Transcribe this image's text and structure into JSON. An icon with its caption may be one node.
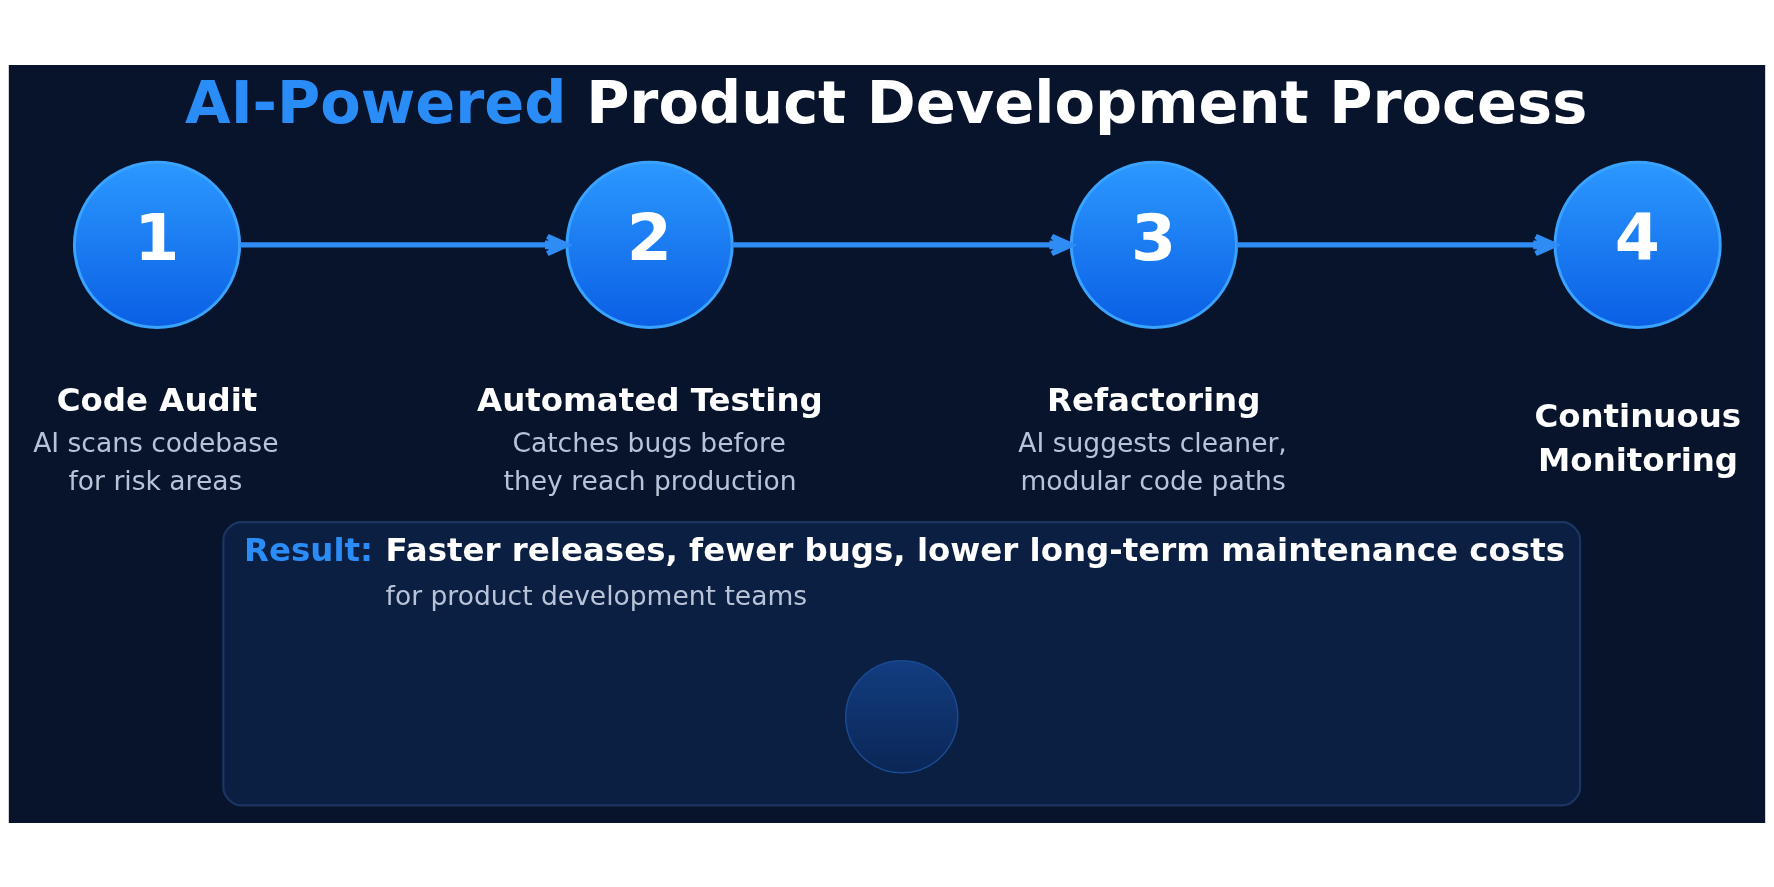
{
  "diagram": {
    "title": "AI-Powered Product Development Process",
    "nodes": [
      {
        "text": [
          "1"
        ],
        "beside": [
          "Code Audit",
          "AI scans codebase for risk areas"
        ]
      },
      {
        "text": [
          "2"
        ],
        "beside": [
          "Automated Testing",
          "Catches bugs before they reach production"
        ]
      },
      {
        "text": [
          "3"
        ],
        "beside": [
          "Refactoring",
          "AI suggests cleaner, modular code paths"
        ]
      },
      {
        "text": [
          "4"
        ],
        "beside": [
          "Continuous Monitoring"
        ]
      },
      {
        "text": [
          "Result:",
          "Faster releases, fewer bugs, lower long-term maintenance costs",
          "for product development teams"
        ]
      },
      {
        "text": [],
        "shape": "circle",
        "in": 4
      }
    ],
    "edges": [
      {
        "from": 0,
        "to": 1,
        "arrow": "to"
      },
      {
        "from": 1,
        "to": 2,
        "arrow": "to"
      },
      {
        "from": 2,
        "to": 3,
        "arrow": "to"
      }
    ]
  }
}
